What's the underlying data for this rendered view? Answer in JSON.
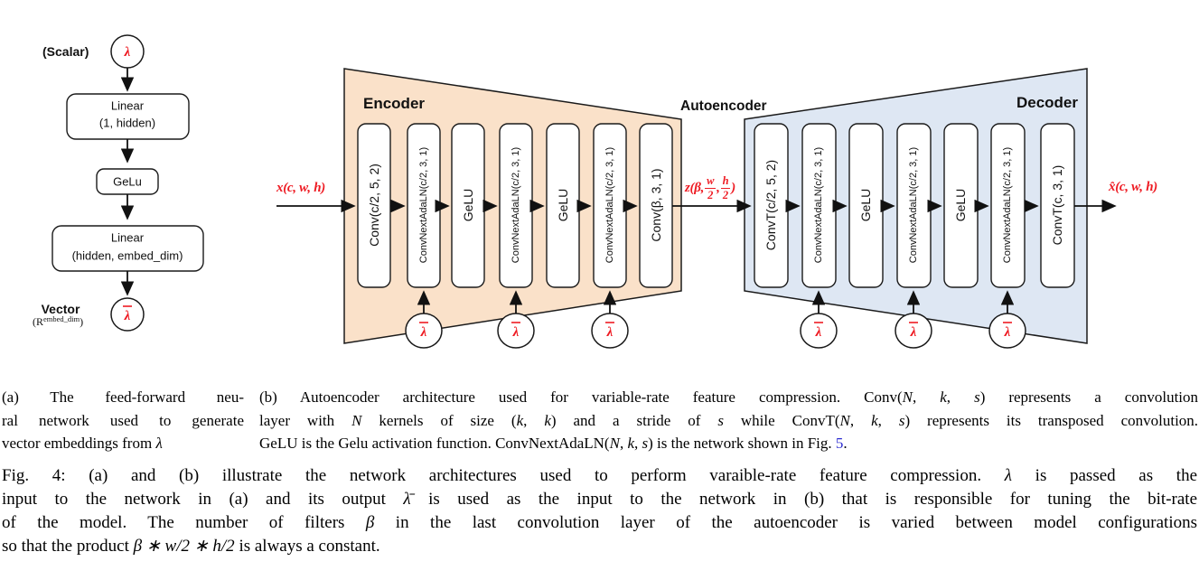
{
  "colors": {
    "accent_red": "#ee1b23",
    "link_blue": "#2b2bd0",
    "encoder_fill": "#fae1c9",
    "decoder_fill": "#dee7f3"
  },
  "diagram_a": {
    "scalar_label": "(Scalar)",
    "lambda": "λ",
    "linear1_line1": "Linear",
    "linear1_line2": "(1, hidden)",
    "gelu": "GeLu",
    "linear2_line1": "Linear",
    "linear2_line2": "(hidden, embed_dim)",
    "lambda_bar": "λ",
    "vector_label": "Vector",
    "vector_space_prefix": "(R",
    "vector_space_sup": "embed_dim",
    "vector_space_suffix": ")"
  },
  "diagram_b": {
    "encoder_label": "Encoder",
    "autoencoder_label": "Autoencoder",
    "decoder_label": "Decoder",
    "input_label": "x(c, w, h)",
    "output_label": "x̂(c, w, h)",
    "latent": {
      "prefix": "z(β,",
      "frac1_num": "w",
      "frac1_den": "2",
      "comma": ",",
      "frac2_num": "h",
      "frac2_den": "2",
      "close": ")"
    },
    "encoder_blocks": [
      "Conv(c/2, 5, 2)",
      "ConvNextAdaLN(c/2, 3, 1)",
      "GeLU",
      "ConvNextAdaLN(c/2, 3, 1)",
      "GeLU",
      "ConvNextAdaLN(c/2, 3, 1)",
      "Conv(β, 3, 1)"
    ],
    "decoder_blocks": [
      "ConvT(c/2, 5, 2)",
      "ConvNextAdaLN(c/2, 3, 1)",
      "GeLU",
      "ConvNextAdaLN(c/2, 3, 1)",
      "GeLU",
      "ConvNextAdaLN(c/2, 3, 1)",
      "ConvT(c, 3, 1)"
    ],
    "lambda_bar": "λ"
  },
  "captions": {
    "a": {
      "line1": [
        {
          "t": "(a)  The  feed-forward  neu-"
        }
      ],
      "line2": [
        {
          "t": "ral network used to generate"
        }
      ],
      "line3": [
        {
          "t": "vector embeddings from "
        },
        {
          "t": "λ",
          "cls": "i"
        }
      ]
    },
    "b": {
      "line1": [
        {
          "t": "(b) Autoencoder architecture used for variable-rate feature compression. Conv("
        },
        {
          "t": "N",
          "cls": "i"
        },
        {
          "t": ", "
        },
        {
          "t": "k",
          "cls": "i"
        },
        {
          "t": ", "
        },
        {
          "t": "s",
          "cls": "i"
        },
        {
          "t": ") represents a convolution"
        }
      ],
      "line2": [
        {
          "t": "layer with "
        },
        {
          "t": "N",
          "cls": "i"
        },
        {
          "t": " kernels of size ("
        },
        {
          "t": "k",
          "cls": "i"
        },
        {
          "t": ", "
        },
        {
          "t": "k",
          "cls": "i"
        },
        {
          "t": ") and a stride of "
        },
        {
          "t": "s",
          "cls": "i"
        },
        {
          "t": " while ConvT("
        },
        {
          "t": "N",
          "cls": "i"
        },
        {
          "t": ", "
        },
        {
          "t": "k",
          "cls": "i"
        },
        {
          "t": ", "
        },
        {
          "t": "s",
          "cls": "i"
        },
        {
          "t": ") represents its transposed convolution."
        }
      ],
      "line3": [
        {
          "t": "GeLU is the Gelu activation function. ConvNextAdaLN("
        },
        {
          "t": "N",
          "cls": "i"
        },
        {
          "t": ", "
        },
        {
          "t": "k",
          "cls": "i"
        },
        {
          "t": ", "
        },
        {
          "t": "s",
          "cls": "i"
        },
        {
          "t": ") is the network shown in Fig. "
        },
        {
          "t": "5",
          "cls": "link"
        },
        {
          "t": "."
        }
      ]
    },
    "fig": {
      "line1": [
        {
          "t": "Fig. 4: (a) and (b) illustrate the network architectures used to perform varaible-rate feature compression. "
        },
        {
          "t": "λ",
          "cls": "i"
        },
        {
          "t": " is passed as the"
        }
      ],
      "line2": [
        {
          "t": "input to the network in (a) and its output "
        },
        {
          "t": "λ̄",
          "cls": "i"
        },
        {
          "t": " is used as the input to the network in (b) that is responsible for tuning the bit-rate"
        }
      ],
      "line3": [
        {
          "t": "of the model. The number of filters "
        },
        {
          "t": "β",
          "cls": "i"
        },
        {
          "t": " in the last convolution layer of the autoencoder is varied between model configurations"
        }
      ],
      "line4": [
        {
          "t": "so that the product "
        },
        {
          "t": "β ∗ w/2 ∗ h/2",
          "cls": "i"
        },
        {
          "t": " is always a constant."
        }
      ]
    }
  }
}
